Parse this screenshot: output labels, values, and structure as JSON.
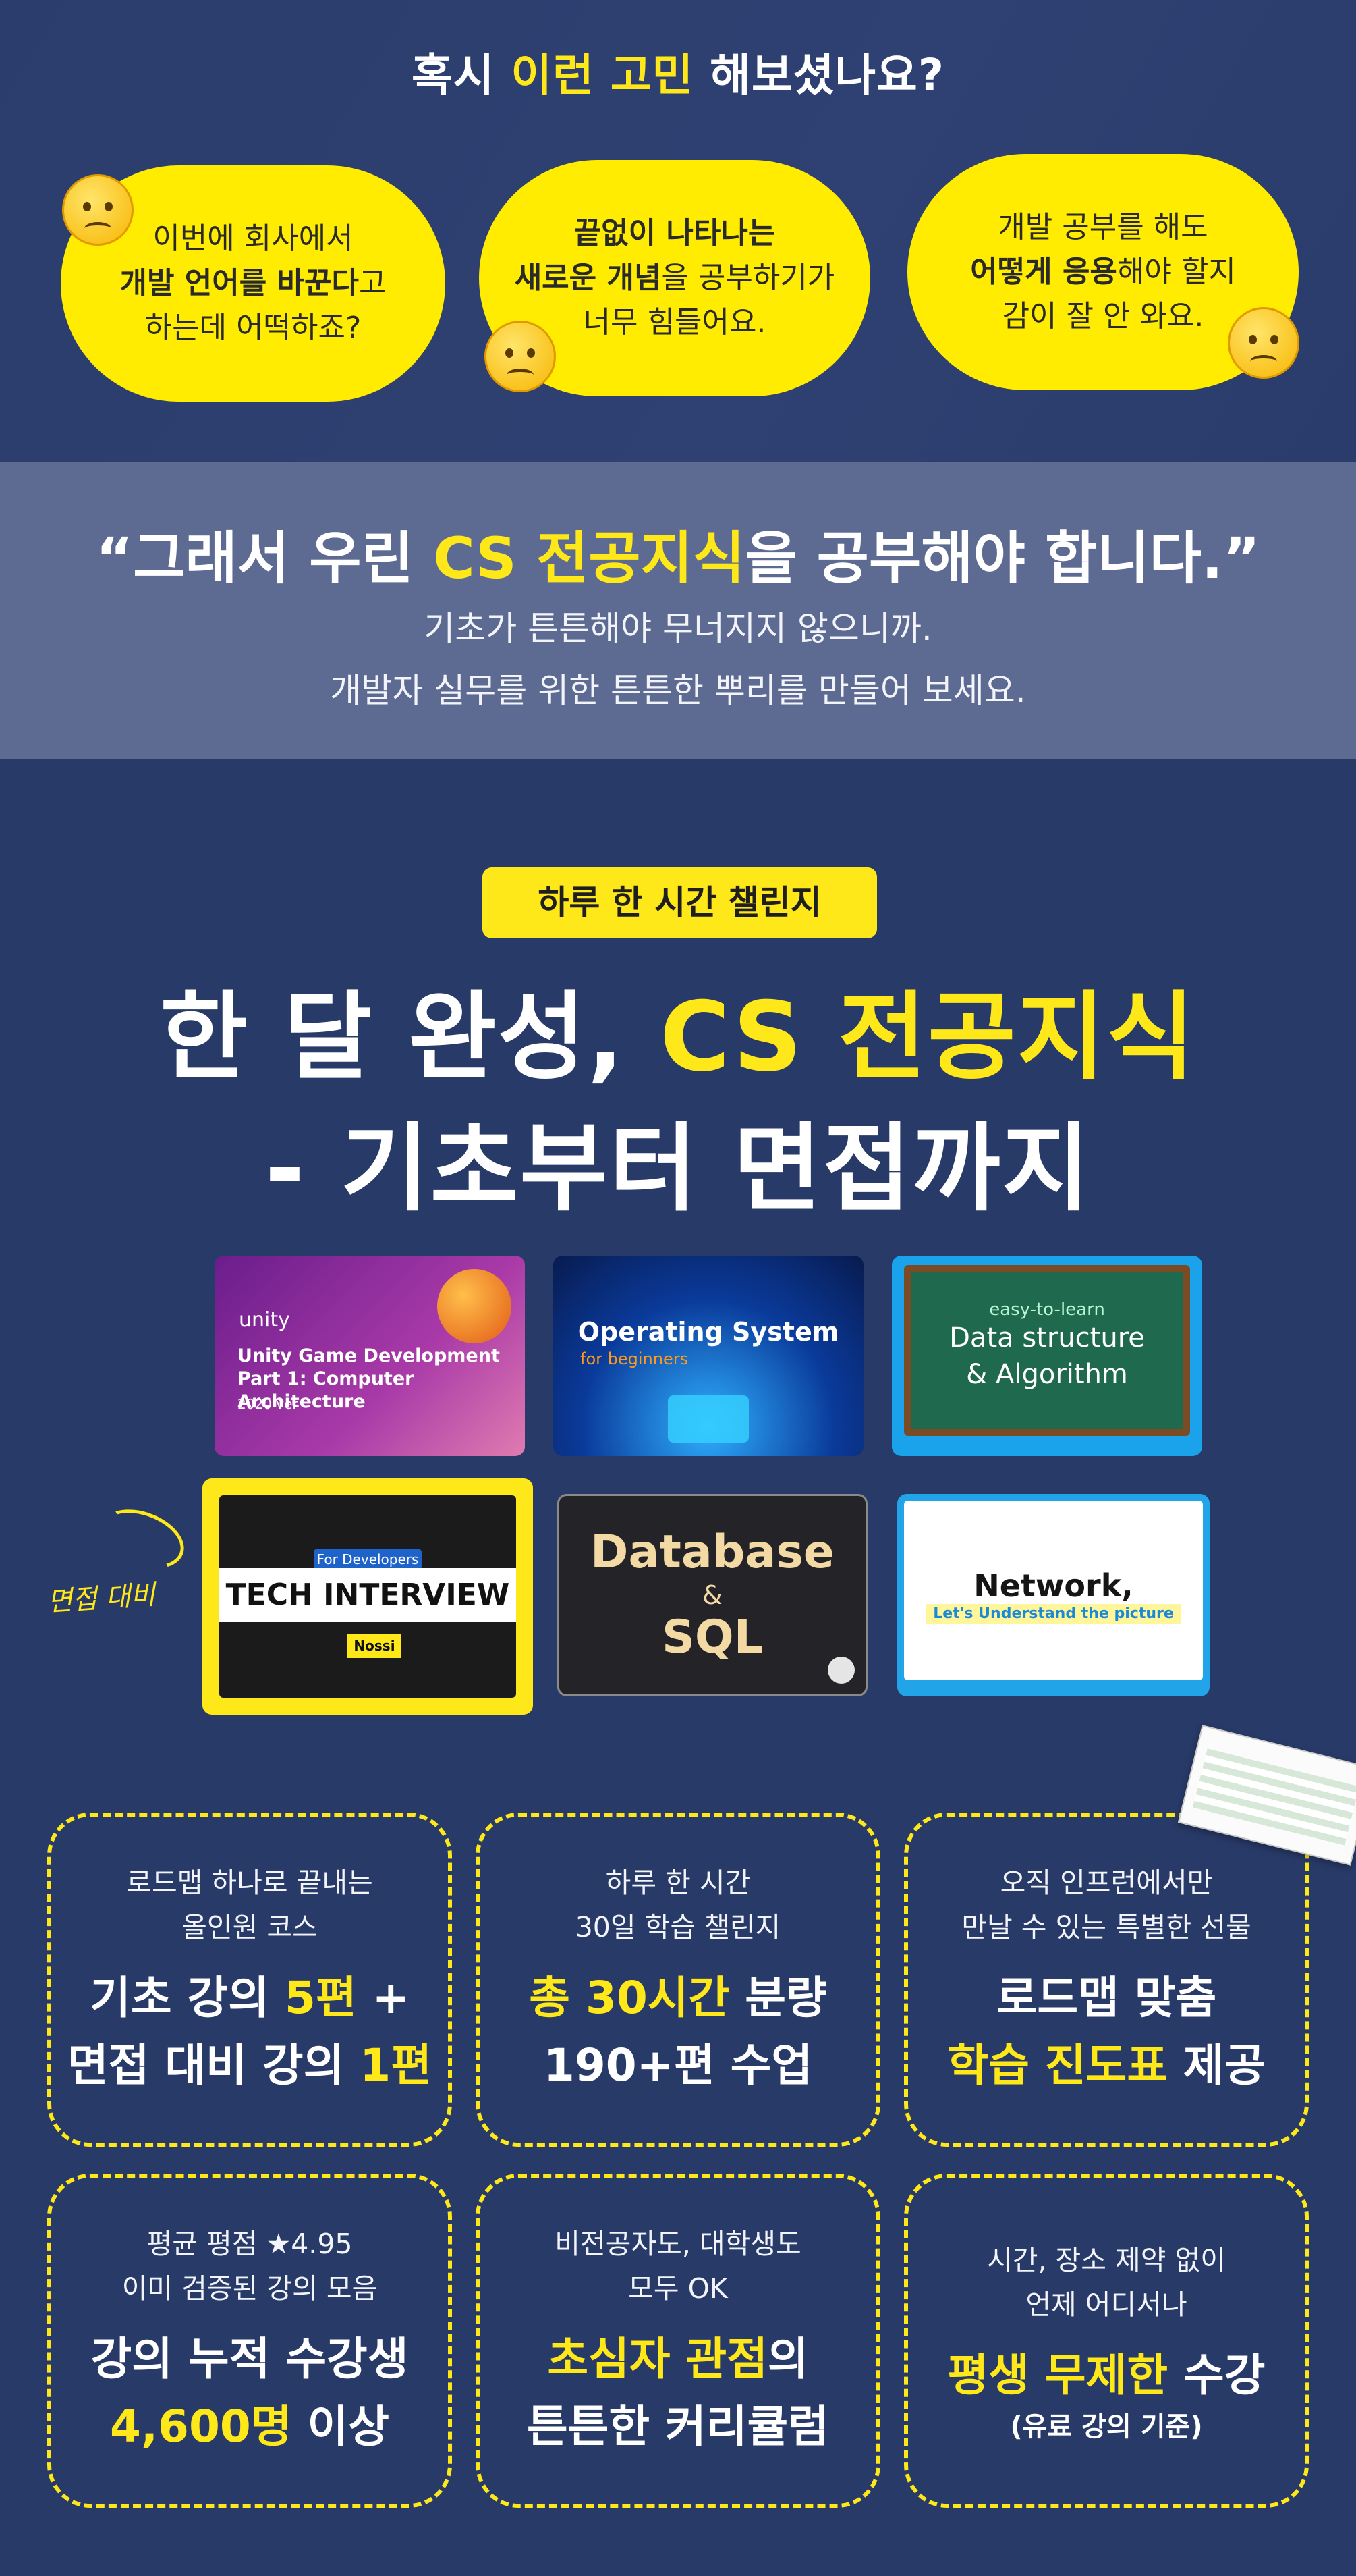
{
  "intro": {
    "title_pre": "혹시 ",
    "title_hl": "이런 고민",
    "title_post": " 해보셨나요?",
    "bubbles": [
      {
        "line1": "이번에 회사에서",
        "line2_bold": "개발 언어를 바꾼다",
        "line2_rest": "고",
        "line3": "하는데 어떡하죠?"
      },
      {
        "line1_bold": "끝없이 나타나는",
        "line2_bold": "새로운 개념",
        "line2_rest": "을 공부하기가",
        "line3": "너무 힘들어요."
      },
      {
        "line1": "개발 공부를 해도",
        "line2_bold": "어떻게 응용",
        "line2_rest": "해야 할지",
        "line3": "감이 잘 안 와요."
      }
    ]
  },
  "quote": {
    "pre": "“그래서 우린 ",
    "hl": "CS 전공지식",
    "post": "을 공부해야 합니다.”",
    "sub1": "기초가 튼튼해야 무너지지 않으니까.",
    "sub2": "개발자 실무를 위한 튼튼한 뿌리를 만들어 보세요."
  },
  "challenge": {
    "badge": "하루 한 시간 챌린지",
    "h1_pre": "한 달 완성, ",
    "h1_hl": "CS 전공지식",
    "h2": "- 기초부터 면접까지"
  },
  "courses": {
    "unity": {
      "logo": "unity",
      "line1": "Unity Game Development",
      "line2": "Part 1: Computer Architecture",
      "ver": "2020 ver"
    },
    "os": {
      "title": "Operating System",
      "sub": "for beginners"
    },
    "ds": {
      "top": "easy-to-learn",
      "line1": "Data structure",
      "line2": "& Algorithm"
    },
    "interview": {
      "tag": "For Developers",
      "title": "TECH INTERVIEW",
      "brand": "Nossi"
    },
    "db": {
      "line1": "Database",
      "amp": "&",
      "line2": "SQL"
    },
    "network": {
      "title": "Network,",
      "sub": "Let's Understand the picture"
    },
    "side_note": "면접 대비"
  },
  "features": [
    {
      "small1": "로드맵 하나로 끝내는",
      "small2": "올인원 코스",
      "big1_pre": "기초 강의 ",
      "big1_hl": "5편",
      "big1_post": " +",
      "big2_pre": "면접 대비 강의 ",
      "big2_hl": "1편"
    },
    {
      "small1": "하루 한 시간",
      "small2": "30일 학습 챌린지",
      "big1_hl": "총 30시간",
      "big1_post": " 분량",
      "big2": "190+편 수업"
    },
    {
      "small1": "오직 인프런에서만",
      "small2": "만날 수 있는 특별한 선물",
      "big1": "로드맵 맞춤",
      "big2_hl": "학습 진도표",
      "big2_post": " 제공"
    },
    {
      "small1": "평균 평점 ★4.95",
      "small2": "이미 검증된 강의 모음",
      "big1": "강의 누적 수강생",
      "big2_hl": "4,600명",
      "big2_post": " 이상"
    },
    {
      "small1": "비전공자도, 대학생도",
      "small2": "모두 OK",
      "big1_hl": "초심자 관점",
      "big1_post": "의",
      "big2": "튼튼한 커리큘럼"
    },
    {
      "small1": "시간, 장소 제약 없이",
      "small2": "언제 어디서나",
      "big1_hl": "평생 무제한",
      "big1_post": " 수강",
      "note": "(유료 강의 기준)"
    }
  ]
}
